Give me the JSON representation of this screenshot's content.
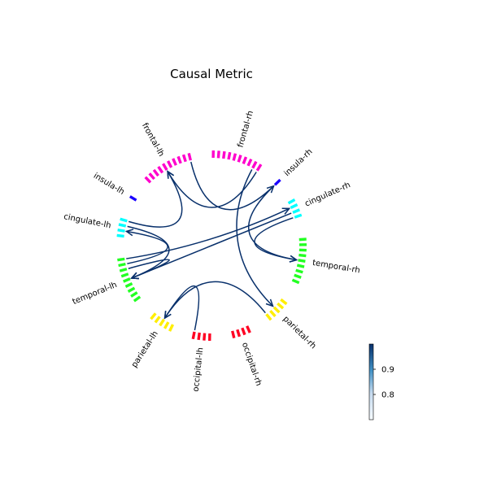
{
  "title": "Causal Metric",
  "colors": {
    "edge": "#08306b",
    "frontal": "#ff00cc",
    "insula": "#1a00ff",
    "cingulate": "#00ffff",
    "temporal": "#22ff22",
    "parietal": "#ffee00",
    "occipital": "#ff0022"
  },
  "regions": [
    {
      "name": "frontal-lh",
      "color": "frontal",
      "count": 10
    },
    {
      "name": "insula-lh",
      "color": "insula",
      "count": 1
    },
    {
      "name": "cingulate-lh",
      "color": "cingulate",
      "count": 4
    },
    {
      "name": "temporal-lh",
      "color": "temporal",
      "count": 9
    },
    {
      "name": "parietal-lh",
      "color": "parietal",
      "count": 5
    },
    {
      "name": "occipital-lh",
      "color": "occipital",
      "count": 4
    },
    {
      "name": "occipital-rh",
      "color": "occipital",
      "count": 4
    },
    {
      "name": "parietal-rh",
      "color": "parietal",
      "count": 5
    },
    {
      "name": "temporal-rh",
      "color": "temporal",
      "count": 9
    },
    {
      "name": "cingulate-rh",
      "color": "cingulate",
      "count": 4
    },
    {
      "name": "insula-rh",
      "color": "insula",
      "count": 1
    },
    {
      "name": "frontal-rh",
      "color": "frontal",
      "count": 10
    }
  ],
  "connections": [
    {
      "from": "frontal-lh",
      "to": "insula-rh"
    },
    {
      "from": "frontal-rh",
      "to": "frontal-lh"
    },
    {
      "from": "cingulate-lh",
      "to": "frontal-lh"
    },
    {
      "from": "frontal-rh",
      "to": "parietal-rh"
    },
    {
      "from": "temporal-lh",
      "to": "cingulate-rh"
    },
    {
      "from": "insula-rh",
      "to": "temporal-rh"
    },
    {
      "from": "cingulate-rh",
      "to": "temporal-rh"
    },
    {
      "from": "cingulate-lh",
      "to": "temporal-lh"
    },
    {
      "from": "temporal-lh",
      "to": "cingulate-lh"
    },
    {
      "from": "temporal-lh",
      "to": "temporal-lh"
    },
    {
      "from": "parietal-rh",
      "to": "parietal-lh"
    },
    {
      "from": "occipital-lh",
      "to": "parietal-lh"
    },
    {
      "from": "cingulate-rh",
      "to": "temporal-lh"
    }
  ],
  "colorbar": {
    "ticks": [
      "0.9",
      "0.8"
    ],
    "tick_values": [
      0.9,
      0.8
    ],
    "range": [
      0.7,
      1.0
    ]
  }
}
